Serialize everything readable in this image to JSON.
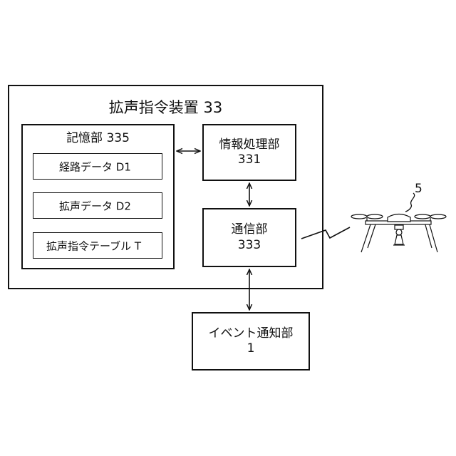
{
  "device": {
    "title": "拡声指令装置 33"
  },
  "storage": {
    "title": "記憶部 335",
    "items": [
      {
        "label": "経路データ D1"
      },
      {
        "label": "拡声データ D2"
      },
      {
        "label": "拡声指令テーブル T"
      }
    ]
  },
  "info_processing": {
    "line1": "情報処理部",
    "line2": "331"
  },
  "communication": {
    "line1": "通信部",
    "line2": "333"
  },
  "event_notification": {
    "line1": "イベント通知部",
    "line2": "1"
  },
  "drone": {
    "ref_number": "5"
  }
}
